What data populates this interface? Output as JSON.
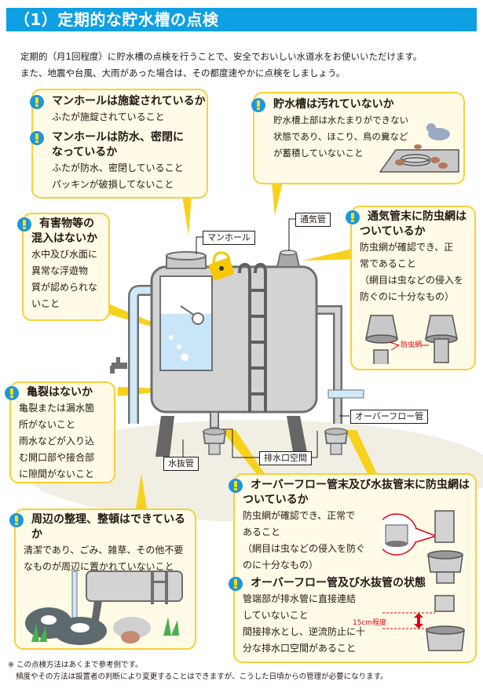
{
  "header": {
    "title": "（1）定期的な貯水槽の点検"
  },
  "intro": {
    "line1": "定期的（月1回程度）に貯水槽の点検を行うことで、安全でおいしい水道水をお使いいただけます。",
    "line2": "また、地震や台風、大雨があった場合は、その都度速やかに点検をしましょう。"
  },
  "checks": {
    "manhole": {
      "q1": "マンホールは施錠されているか",
      "a1": "ふたが施錠されていること",
      "q2a": "マンホールは防水、密閉に",
      "q2b": "なっているか",
      "a2a": "ふたが防水、密閉していること",
      "a2b": "パッキンが破損してないこと"
    },
    "dirty": {
      "q": "貯水槽は汚れていないか",
      "a1": "貯水槽上部は水たまりができない",
      "a2": "状態であり、ほこり、鳥の糞など",
      "a3": "が蓄積していないこと"
    },
    "harmful": {
      "q1": "有害物等の",
      "q2": "混入はないか",
      "a1": "水中及び水面に",
      "a2": "異常な浮遊物",
      "a3": "質が認められな",
      "a4": "いこと"
    },
    "vent": {
      "q1": "通気管末に防虫網は",
      "q2": "ついているか",
      "a1": "防虫網が確認でき、正",
      "a2": "常であること",
      "a3": "（網目は虫などの侵入を",
      "a4": "防ぐのに十分なもの）",
      "net_label": "防虫網"
    },
    "crack": {
      "q": "亀裂はないか",
      "a1": "亀裂または漏水箇",
      "a2": "所がないこと",
      "a3": "雨水などが入り込",
      "a4": "む開口部や接合部",
      "a5": "に隙間がないこと"
    },
    "surroundings": {
      "q": "周辺の整理、整頓はできているか",
      "a1": "清潔であり、ごみ、雑草、その他不要",
      "a2": "なものが周辺に置かれていないこと"
    },
    "overflow": {
      "q1a": "オーバーフロー管末及び水抜管末に防虫網は",
      "q1b": "ついているか",
      "a1a": "防虫網が確認でき、正常で",
      "a1b": "あること",
      "a1c": "（網目は虫などの侵入を防ぐ",
      "a1d": "のに十分なもの）",
      "q2": "オーバーフロー管及び水抜管の状態",
      "a2a": "管端部が排水管に直接連結",
      "a2b": "していないこと",
      "a2c": "間接排水とし、逆流防止に十",
      "a2d": "分な排水口空間があること",
      "gap_label": "15cm程度"
    }
  },
  "labels": {
    "manhole": "マンホール",
    "vent_pipe": "通気管",
    "overflow_pipe": "オーバーフロー管",
    "drain_pipe": "水抜管",
    "drain_space": "排水口空間"
  },
  "footnote": {
    "line1": "※ この点検方法はあくまで参考例です。",
    "line2": "頻度やその方法は設置者の判断により変更することはできますが、こうした日頃からの管理が必要になります。"
  },
  "colors": {
    "accent": "#0ea0e3",
    "box_border": "#f7cf3c",
    "box_fill": "#fffbe6",
    "warn_icon": "#1e96dc",
    "alert_red": "#e60012"
  }
}
